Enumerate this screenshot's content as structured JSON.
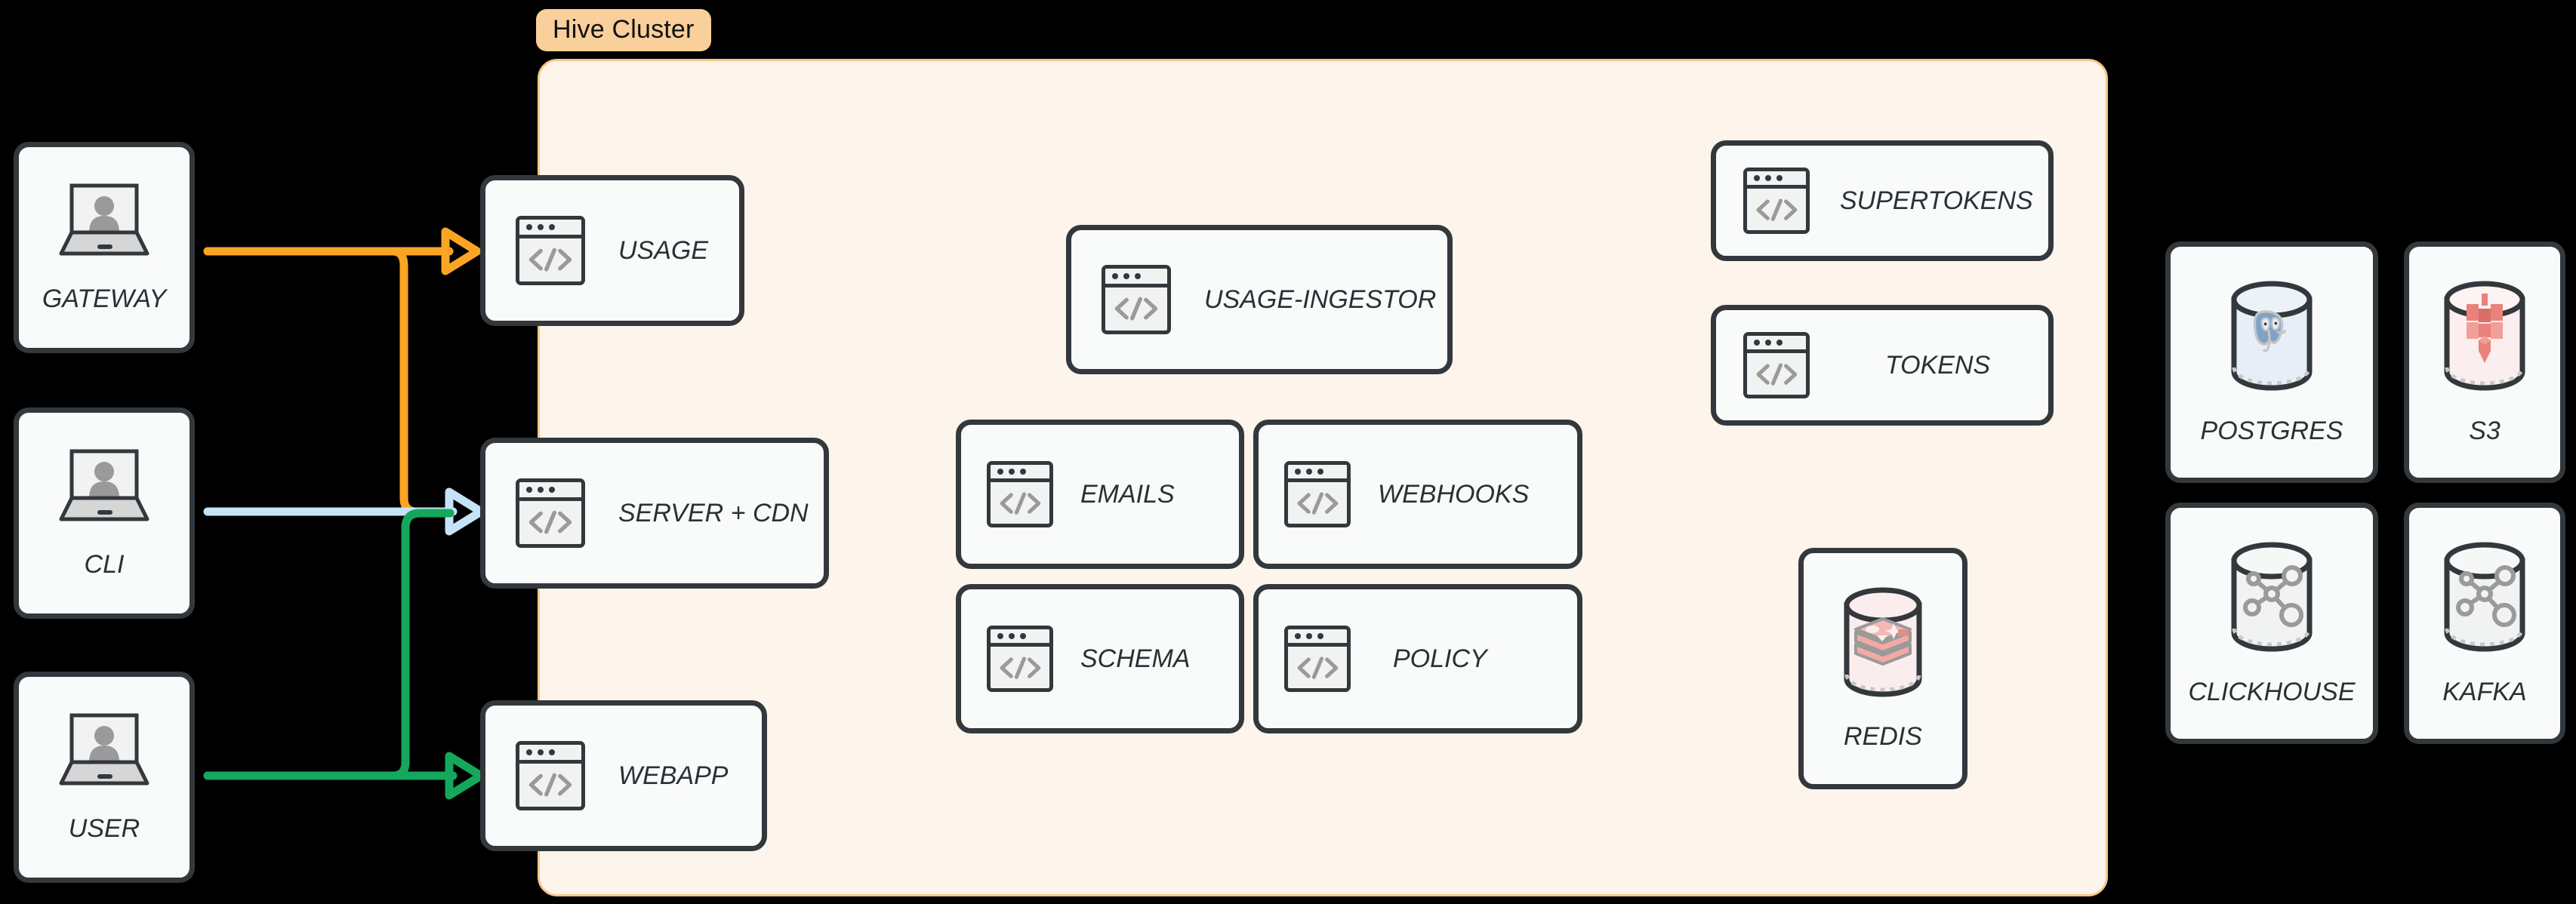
{
  "diagram": {
    "title": "Hive Cluster architecture",
    "background_color": "#000000"
  },
  "cluster": {
    "badge_label": "Hive Cluster",
    "badge_bg": "#F9CF9B",
    "panel_bg": "#FDF4EC",
    "panel_border": "#F7C88A"
  },
  "actors": [
    {
      "id": "gateway",
      "label": "GATEWAY",
      "icon": "laptop-user-icon"
    },
    {
      "id": "cli",
      "label": "CLI",
      "icon": "laptop-user-icon"
    },
    {
      "id": "user",
      "label": "USER",
      "icon": "laptop-user-icon"
    }
  ],
  "edge_services": [
    {
      "id": "usage",
      "label": "USAGE",
      "icon": "code-window-icon"
    },
    {
      "id": "server-cdn",
      "label": "SERVER + CDN",
      "icon": "code-window-icon"
    },
    {
      "id": "webapp",
      "label": "WEBAPP",
      "icon": "code-window-icon"
    }
  ],
  "core_services": [
    {
      "id": "usage-ingestor",
      "label": "USAGE-INGESTOR",
      "icon": "code-window-icon"
    },
    {
      "id": "emails",
      "label": "EMAILS",
      "icon": "code-window-icon"
    },
    {
      "id": "webhooks",
      "label": "WEBHOOKS",
      "icon": "code-window-icon"
    },
    {
      "id": "schema",
      "label": "SCHEMA",
      "icon": "code-window-icon"
    },
    {
      "id": "policy",
      "label": "POLICY",
      "icon": "code-window-icon"
    }
  ],
  "auth_services": [
    {
      "id": "supertokens",
      "label": "SUPERTOKENS",
      "icon": "code-window-icon"
    },
    {
      "id": "tokens",
      "label": "TOKENS",
      "icon": "code-window-icon"
    }
  ],
  "cluster_stores": [
    {
      "id": "redis",
      "label": "REDIS",
      "icon": "redis-cylinder-icon",
      "accent": "#F0A3A0"
    }
  ],
  "external_stores": [
    {
      "id": "postgres",
      "label": "POSTGRES",
      "icon": "postgres-cylinder-icon",
      "accent": "#7EA3C6"
    },
    {
      "id": "s3",
      "label": "S3",
      "icon": "s3-cylinder-icon",
      "accent": "#E8827A"
    },
    {
      "id": "clickhouse",
      "label": "CLICKHOUSE",
      "icon": "clickhouse-cylinder-icon",
      "accent": "#9B9B9B"
    },
    {
      "id": "kafka",
      "label": "KAFKA",
      "icon": "kafka-cylinder-icon",
      "accent": "#9B9B9B"
    }
  ],
  "connections": [
    {
      "id": "gateway-to-usage",
      "from": "GATEWAY",
      "to": "USAGE",
      "color": "#FBA524"
    },
    {
      "id": "gateway-to-server-cdn",
      "from": "GATEWAY",
      "to": "SERVER + CDN",
      "color": "#FBA524"
    },
    {
      "id": "cli-to-server-cdn",
      "from": "CLI",
      "to": "SERVER + CDN",
      "color": "#C5E3F8"
    },
    {
      "id": "user-to-server-cdn",
      "from": "USER",
      "to": "SERVER + CDN",
      "color": "#15A85C"
    },
    {
      "id": "user-to-webapp",
      "from": "USER",
      "to": "WEBAPP",
      "color": "#15A85C"
    }
  ]
}
